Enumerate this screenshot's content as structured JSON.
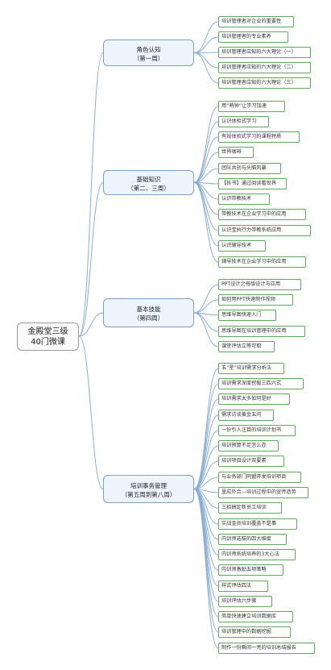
{
  "root": {
    "line1": "金殿堂三级",
    "line2": "40门微课"
  },
  "branches": [
    {
      "title": "角色认知",
      "sub": "（第一周）",
      "items": [
        "培训管理者对企业的重要性",
        "培训管理者的专业素养",
        "培训管理者应知的六大理论（一）",
        "培训管理者应知的六大理论（二）",
        "培训管理者应知的六大理论（三）"
      ]
    },
    {
      "title": "基础知识",
      "sub": "（第二、三周）",
      "items": [
        "用“萌钟”让学习加速",
        "认识体验式学习",
        "有效体验式学习的课程特质",
        "世界咖啡",
        "团队共创与头脑风暴",
        "【拆书】通过阅读看世界",
        "认识带教技术",
        "带教技术在企业学习中的应用",
        "认识宝执行力带教系统应用",
        "认识辅导技术",
        "辅导技术在企业学习中的应用"
      ]
    },
    {
      "title": "基本技能",
      "sub": "（第四周）",
      "items": [
        "PPT设计之母版设计与应用",
        "如何用PPT快速制作视频",
        "思维导图快速入门",
        "思维导图在培训管理中的应用",
        "课堂评估立等可取"
      ]
    },
    {
      "title": "培训事务管理",
      "sub": "（第五周到第八周）",
      "items": [
        "五“星”培训需求分析法",
        "培训需求深度挖掘三匹六式",
        "培训需求太多如何是好",
        "需求访谈黄金五问",
        "一份引人注目的培训计划书",
        "培训预算不足怎么办",
        "培训项目设计双要素",
        "与业务部门同盟开发培训项目",
        "里应外合—培训过程中的宣传造势",
        "三招搞定新员工培训",
        "实战金员培训覆盖不是事",
        "内训师选拔的四大维度",
        "内训师系统培养的3大心法",
        "内训师激励五项策略",
        "样式评估四法",
        "培训评估六步骤",
        "简单快速建立培训数据库",
        "培训管理中的数据挖掘",
        "制作一份瞬间一亮的培训总结报告"
      ]
    }
  ],
  "colors": {
    "connector": "#8aaed6",
    "leaf_border": "#5fa85f",
    "branch_border": "#7da0c4",
    "branch_fill": "#eef4fb"
  }
}
